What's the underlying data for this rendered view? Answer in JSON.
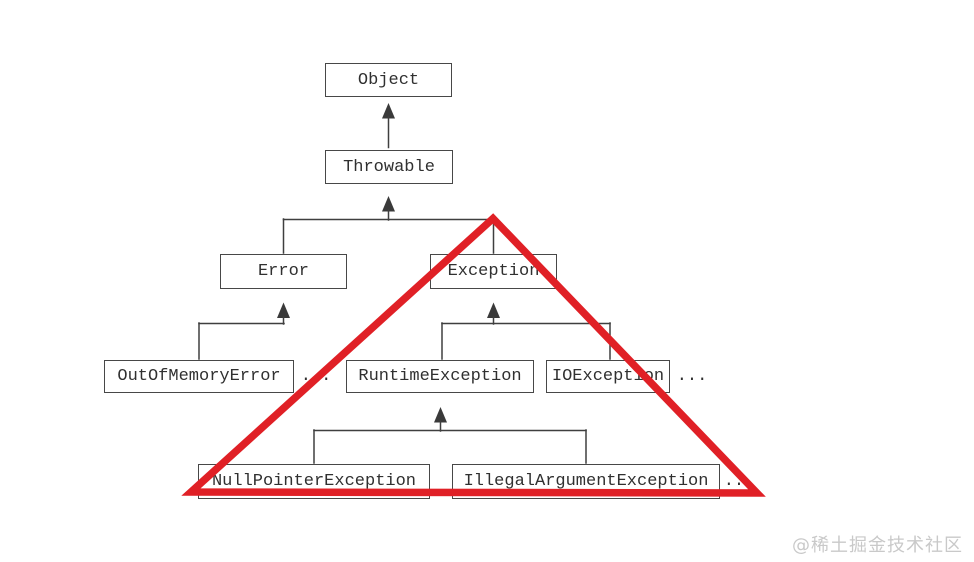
{
  "diagram": {
    "nodes": [
      "Object",
      "Throwable",
      "Error",
      "Exception",
      "OutOfMemoryError",
      "RuntimeException",
      "IOException",
      "NullPointerException",
      "IllegalArgumentException"
    ],
    "ellipses": [
      "...",
      "...",
      "..."
    ]
  },
  "watermark": "@稀土掘金技术社区",
  "colors": {
    "highlight_triangle": "#e02026",
    "line": "#3f3f3f"
  }
}
